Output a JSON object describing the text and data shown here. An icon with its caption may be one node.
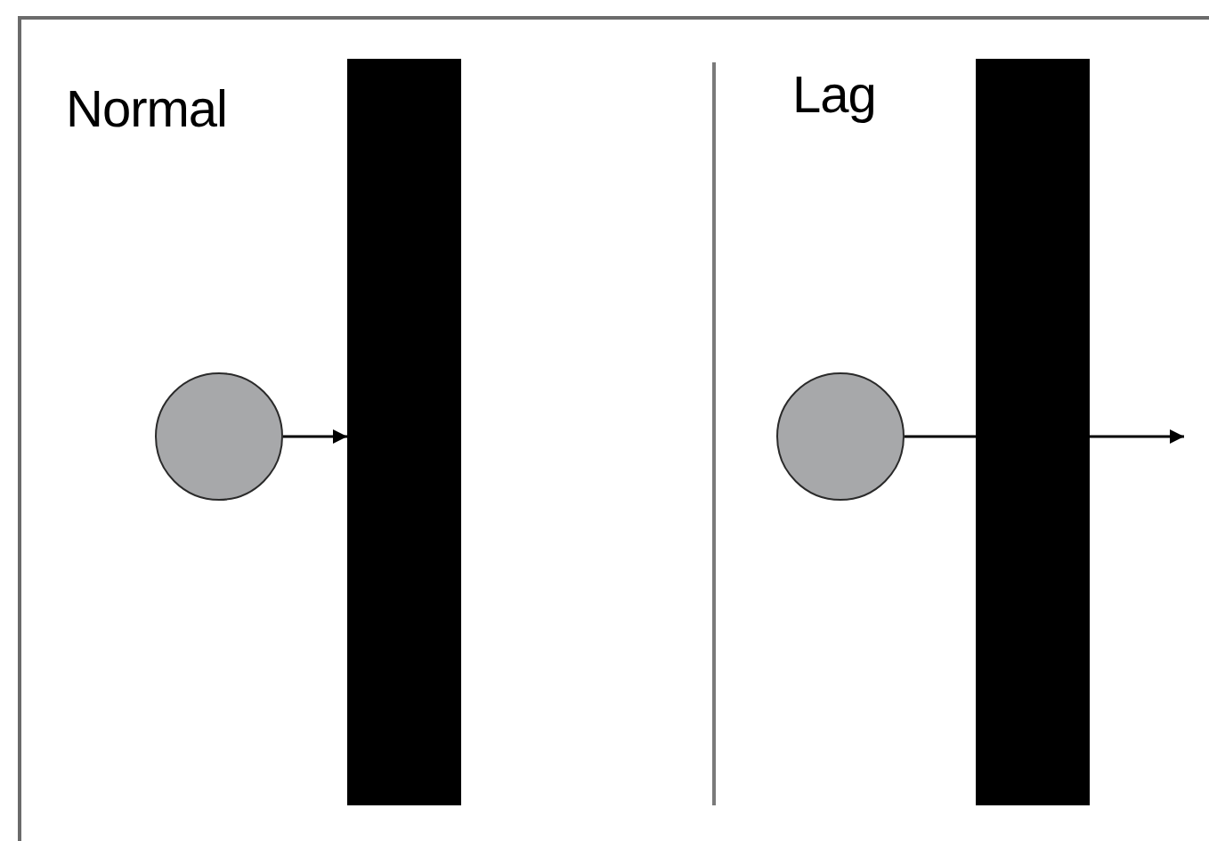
{
  "diagram": {
    "nodes": [
      {
        "text": [],
        "shape": "circle"
      },
      {
        "text": [],
        "shape": "bar"
      },
      {
        "text": [],
        "shape": "circle"
      },
      {
        "text": [],
        "shape": "bar"
      }
    ],
    "edges": [
      {
        "from": 0,
        "to": 1,
        "arrow": "to"
      },
      {
        "from": 2,
        "to": null,
        "arrow": "to"
      }
    ],
    "labels": [
      "Normal",
      "Lag"
    ]
  }
}
